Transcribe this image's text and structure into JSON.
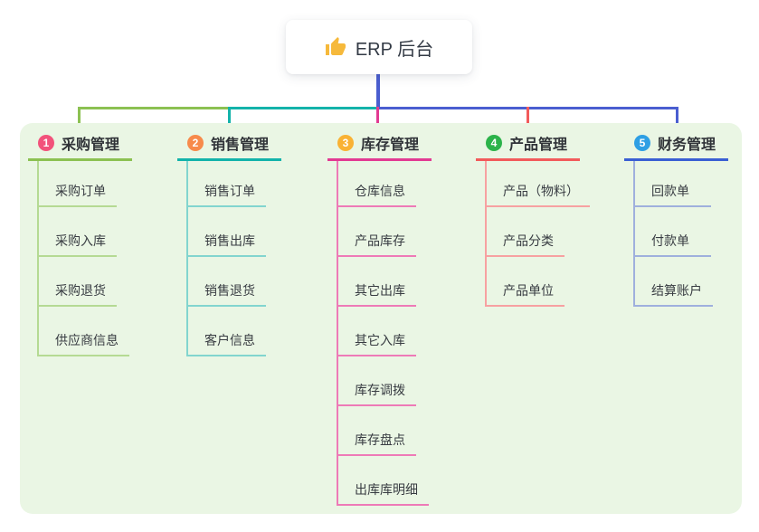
{
  "root": {
    "label": "ERP 后台",
    "icon": "thumbs-up",
    "icon_color": "#f6b93b",
    "connector_color": "#4a5ed0"
  },
  "panel": {
    "background": "#eaf6e4"
  },
  "branches": [
    {
      "num": "1",
      "title": "采购管理",
      "badge_color": "#f2527b",
      "line_color": "#8cc152",
      "child_line_color": "#b5da93",
      "children": [
        "采购订单",
        "采购入库",
        "采购退货",
        "供应商信息"
      ]
    },
    {
      "num": "2",
      "title": "销售管理",
      "badge_color": "#f78a4b",
      "line_color": "#13b3aa",
      "child_line_color": "#82d5cf",
      "children": [
        "销售订单",
        "销售出库",
        "销售退货",
        "客户信息"
      ]
    },
    {
      "num": "3",
      "title": "库存管理",
      "badge_color": "#f9b234",
      "line_color": "#e23a92",
      "child_line_color": "#ee7ab7",
      "children": [
        "仓库信息",
        "产品库存",
        "其它出库",
        "其它入库",
        "库存调拨",
        "库存盘点",
        "出库库明细"
      ]
    },
    {
      "num": "4",
      "title": "产品管理",
      "badge_color": "#2cb34a",
      "line_color": "#f25b5b",
      "child_line_color": "#f7a1a1",
      "children": [
        "产品（物料）",
        "产品分类",
        "产品单位"
      ]
    },
    {
      "num": "5",
      "title": "财务管理",
      "badge_color": "#2e9fe4",
      "line_color": "#3a5fd3",
      "child_line_color": "#9fb0dd",
      "children": [
        "回款单",
        "付款单",
        "结算账户"
      ]
    }
  ]
}
